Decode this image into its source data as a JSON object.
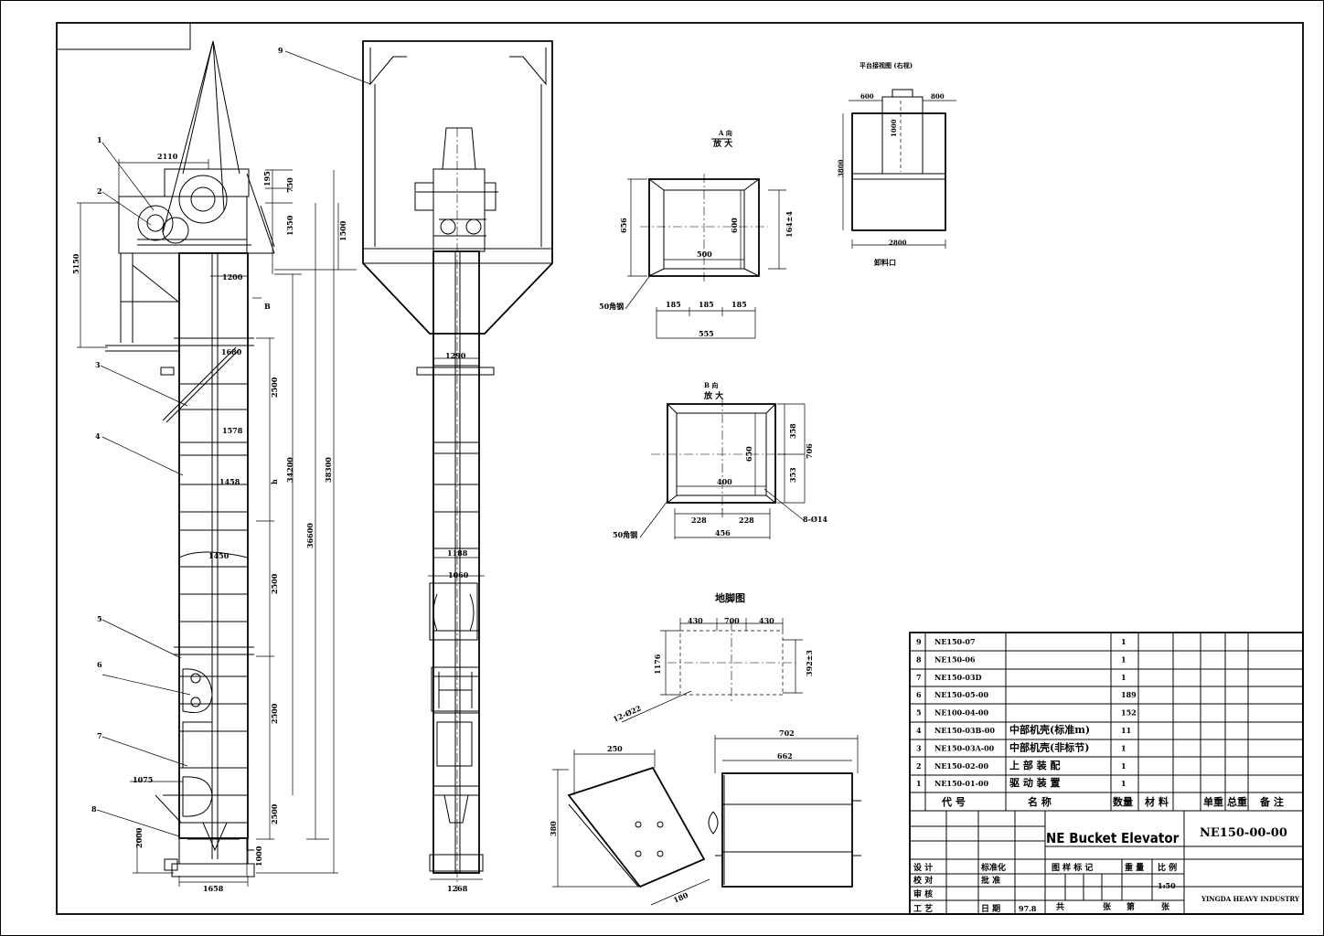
{
  "title_block": {
    "drawing_name": "NE Bucket Elevator",
    "drawing_no": "NE150-00-00",
    "scale": "1:50",
    "company": "YINGDA HEAVY INDUSTRY",
    "date_label": "日 期",
    "date": "97.8",
    "sheet_total_label": "共",
    "sheet_unit": "张",
    "sheet_no_label": "第",
    "sheet_unit2": "张",
    "header": {
      "code": "代 号",
      "name": "名 称",
      "qty": "数量",
      "material": "材 料",
      "unit_wt": "单重",
      "total_wt": "总重",
      "remark": "备 注"
    },
    "sign_rows": [
      "设 计",
      "校 对",
      "审 核",
      "工 艺"
    ],
    "std_label": "标准化",
    "approve_label": "批 准",
    "mark_label": "图 样 标 记",
    "weight_label": "重 量",
    "ratio_label": "比 例"
  },
  "parts": [
    {
      "no": "9",
      "code": "NE150-07",
      "name": "",
      "qty": "1"
    },
    {
      "no": "8",
      "code": "NE150-06",
      "name": "",
      "qty": "1"
    },
    {
      "no": "7",
      "code": "NE150-03D",
      "name": "",
      "qty": "1"
    },
    {
      "no": "6",
      "code": "NE150-05-00",
      "name": "",
      "qty": "189"
    },
    {
      "no": "5",
      "code": "NE100-04-00",
      "name": "",
      "qty": "152"
    },
    {
      "no": "4",
      "code": "NE150-03B-00",
      "name": "中部机壳(标准m)",
      "qty": "11"
    },
    {
      "no": "3",
      "code": "NE150-03A-00",
      "name": "中部机壳(非标节)",
      "qty": "1"
    },
    {
      "no": "2",
      "code": "NE150-02-00",
      "name": "上 部 装 配",
      "qty": "1"
    },
    {
      "no": "1",
      "code": "NE150-01-00",
      "name": "驱 动 装 置",
      "qty": "1"
    }
  ],
  "view_labels": {
    "a_view_1": "A 向",
    "a_view_2": "放 大",
    "b_view_1": "B 向",
    "b_view_2": "放 大",
    "foundation": "地脚图",
    "platform": "平台接视图 (右视)",
    "discharge": "卸料口",
    "angle_a": "50角钢",
    "angle_b": "50角钢",
    "b_marker": "B"
  },
  "dims": {
    "d2110": "2110",
    "d1200": "1200",
    "d195": "195",
    "d750": "750",
    "d1350": "1350",
    "d1500": "1500",
    "d5150": "5150",
    "d1680": "1680",
    "d1578": "1578",
    "d1458": "1458",
    "d1450": "1450",
    "d1075": "1075",
    "d1658": "1658",
    "d2000": "2000",
    "d1000": "1000",
    "d34200": "34200",
    "d36600": "36600",
    "d38300": "38300",
    "d2500a": "2500",
    "d2500b": "2500",
    "d2500c": "2500",
    "d2500d": "2500",
    "dh": "h",
    "d1290": "1290",
    "d1188": "1188",
    "d1060": "1060",
    "d1268": "1268",
    "a656": "656",
    "a600": "600",
    "a500": "500",
    "a1644": "164±4",
    "a185a": "185",
    "a185b": "185",
    "a185c": "185",
    "a555": "555",
    "b358": "358",
    "b650": "650",
    "b706": "706",
    "b353": "353",
    "b400": "400",
    "b228a": "228",
    "b228b": "228",
    "b456": "456",
    "b8hole": "8-Ø14",
    "f430a": "430",
    "f700": "700",
    "f430b": "430",
    "f1176": "1176",
    "f392": "392±3",
    "f12hole": "12-Ø22",
    "c250": "250",
    "c380": "380",
    "c180": "180",
    "c702": "702",
    "c662": "662",
    "p600": "600",
    "p800": "800",
    "p2800": "2800",
    "p3800": "3800",
    "p1000": "1000"
  },
  "balloons": [
    "1",
    "2",
    "3",
    "4",
    "5",
    "6",
    "7",
    "8",
    "9"
  ]
}
